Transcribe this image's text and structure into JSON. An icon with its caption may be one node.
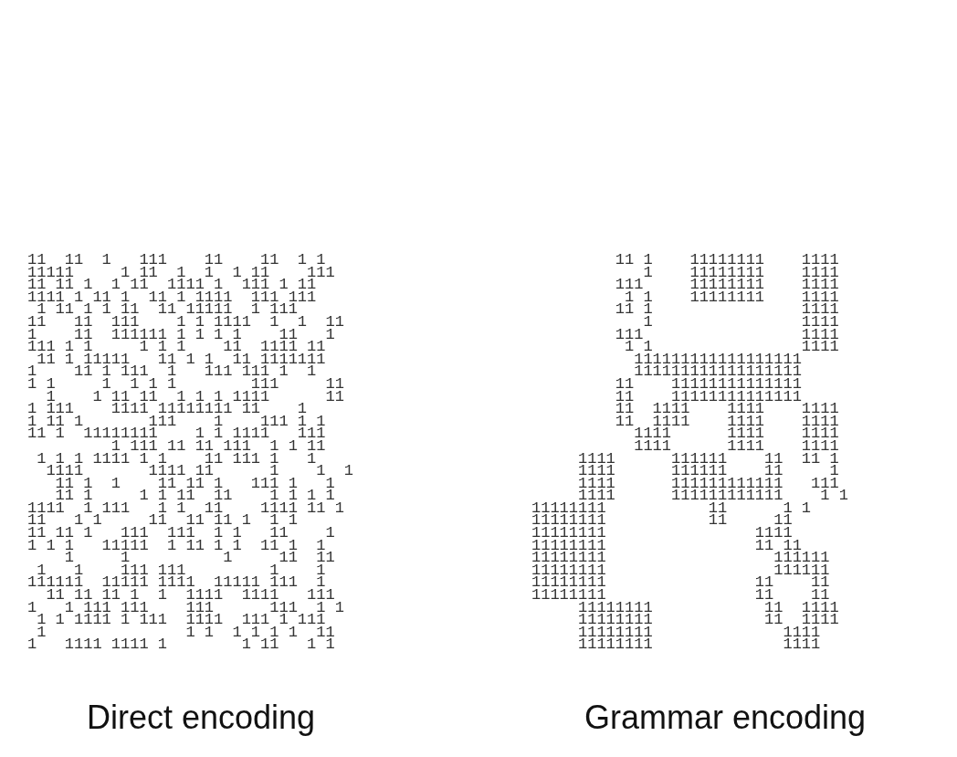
{
  "diagram": {
    "labels": [
      "11  11  1   111    11    11  1 1",
      "11111     1 11  1  1  1 11    111",
      "11 11 1  1 11  1111 1  111 1 11",
      "1111 1 11 1  11 1 1111  111 111",
      " 1 11 1 1 11  11 11111  1 111",
      "11   11  111    1 1 1111  1  1  11",
      "1    11  111111 1 1 1 1    11   1",
      "111 1 1     1 1 1    11  1111 11",
      " 11 1 11111   11 1 1  11 1111111",
      "1    11 1 111  1   111 111 1  1",
      "1 1     1  1 1 1        111     11",
      "  1    1 11 11  1 1 1 1111      11",
      "1 111    1111 11111111 11    1",
      "1 11 1       111    1    111 1 1",
      "11 1  11111111    1 1 1111   111",
      "         1 111 11 11 111  1 1 11",
      " 1 1 1 1111 1 1    11 111 1   1",
      "  1111       1111 11      1    1  1",
      "   11 1  1    11 11 1   111 1   1",
      "   11 1     1 1 11  11    1 1 1 1",
      "1111  1 111   1 1  11    1111 11 1",
      "11   1 1     11  11 11 1  1 1",
      "11 11 1   111  111  1 1   11    1",
      "1 1 1   11111  1 11 1 1  11 1  1",
      "    1     1          1     11  11",
      " 1   1    111 111         1    1",
      "111111  11111 1111  11111 111  1",
      "  11 11 11 1  1  1111  1111   111",
      "1   1 111 111    111      111  1 1",
      " 1 1 1111 1 111  1111  111 1 111",
      " 1               1 1  1 1 1 1  11",
      "1   1111 1111 1        1 11   1 1",
      "         11 1    11111111    1111",
      "            1    11111111    1111",
      "         111     11111111    1111",
      "          1 1    11111111    1111",
      "         11 1                1111",
      "            1                1111",
      "         111                 1111",
      "          1 1                1111",
      "           111111111111111111",
      "           111111111111111111",
      "         11    11111111111111",
      "         11    11111111111111",
      "         11  1111    1111    1111",
      "         11  1111    1111    1111",
      "           1111      1111    1111",
      "           1111      1111    1111",
      "     1111      111111    11  11 1",
      "     1111      111111    11     1",
      "     1111      111111111111   111",
      "     1111      111111111111    1 1",
      "11111111           11      1 1",
      "11111111           11     11",
      "11111111                1111",
      "11111111                11 11",
      "11111111                  111111",
      "11111111                  111111",
      "11111111                11    11",
      "11111111                11    11",
      "     11111111            11  1111",
      "     11111111            11  1111",
      "     11111111              1111",
      "     11111111              1111",
      "Direct encoding",
      "Grammar encoding"
    ]
  }
}
